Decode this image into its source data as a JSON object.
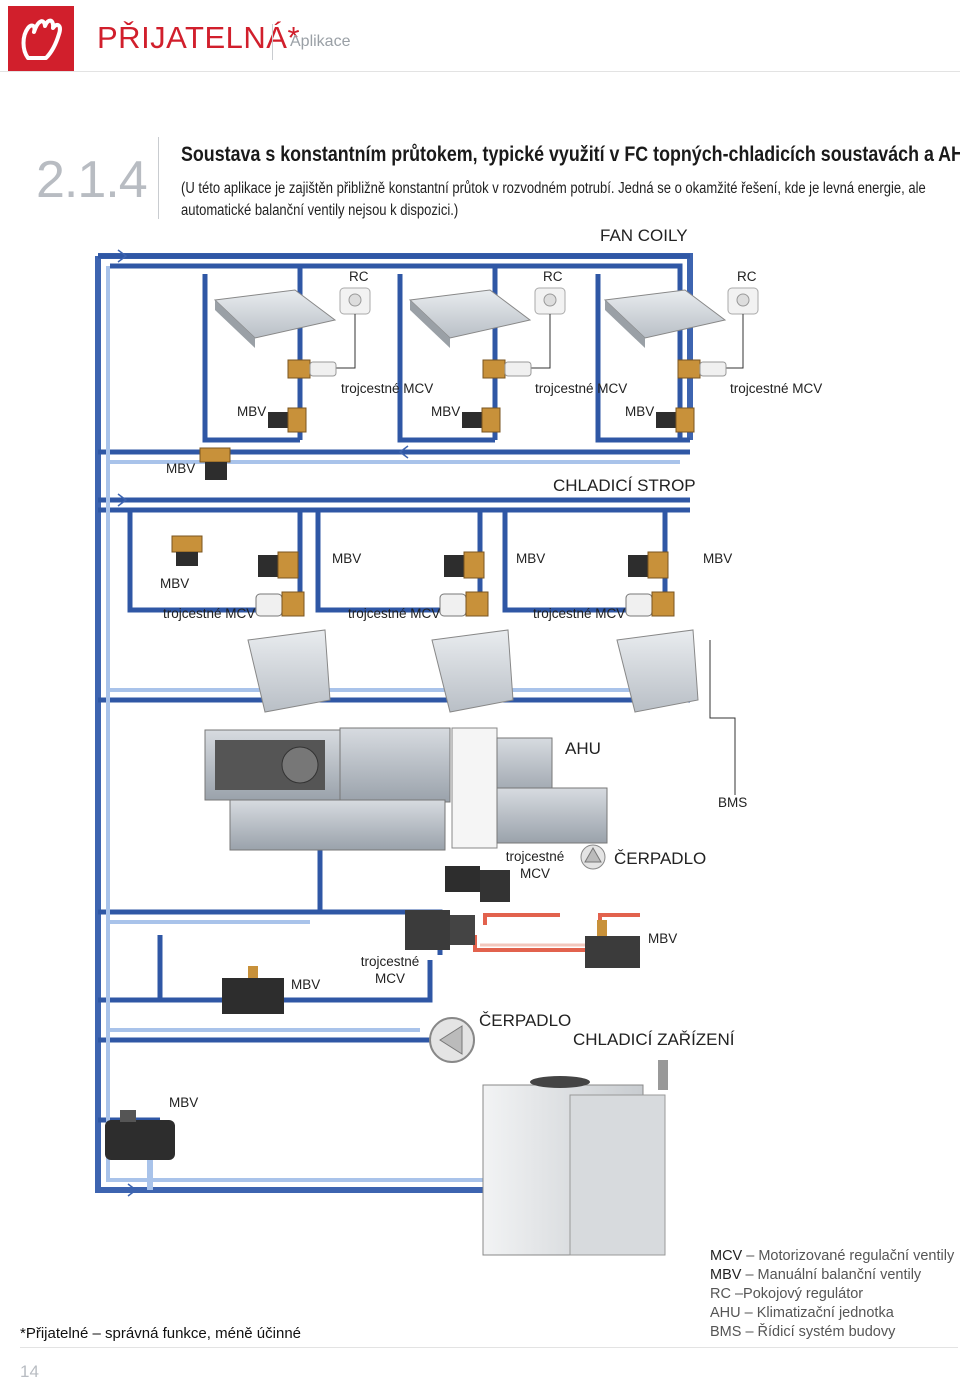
{
  "header": {
    "title": "PŘIJATELNÁ*",
    "subtitle": "Aplikace"
  },
  "section": {
    "number": "2.1.4",
    "title": "Soustava s konstantním průtokem, typické využití v FC topných-chladicích soustavách a AHU",
    "description": "(U této aplikace je zajištěn přibližně konstantní průtok v rozvodném potrubí. Jedná se o okamžité řešení, kde je levná energie, ale automatické balanční ventily nejsou k dispozici.)"
  },
  "diagram": {
    "fan_coil_title": "FAN COILY",
    "rc_labels": [
      "RC",
      "RC",
      "RC"
    ],
    "fc_mcv_labels": [
      "trojcestné MCV",
      "trojcestné MCV",
      "trojcestné MCV"
    ],
    "fc_mbv_labels": [
      "MBV",
      "MBV",
      "MBV"
    ],
    "branch_mbv": "MBV",
    "cooling_ceiling_title": "CHLADICÍ STROP",
    "cc_mbv_left": "MBV",
    "cc_mbv_labels": [
      "MBV",
      "MBV",
      "MBV"
    ],
    "cc_mcv_labels": [
      "trojcestné MCV",
      "trojcestné MCV",
      "trojcestné MCV"
    ],
    "ahu_title": "AHU",
    "bms": "BMS",
    "ahu_mcv_line1": "trojcestné",
    "ahu_mcv_line2": "MCV",
    "pump_upper": "ČERPADLO",
    "mbv_right": "MBV",
    "mcv_lower_line1": "trojcestné",
    "mcv_lower_line2": "MCV",
    "mbv_lower_left": "MBV",
    "pump_lower": "ČERPADLO",
    "chiller_title": "CHLADICÍ ZAŘÍZENÍ",
    "mbv_chiller": "MBV"
  },
  "colors": {
    "brand_red": "#d11f2c",
    "pipe_blue": "#3d64b0",
    "pipe_light_blue": "#a9c3ea",
    "pipe_red": "#e2624d"
  },
  "footnote": "*Přijatelné – správná funkce, méně účinné",
  "legend": [
    {
      "abbr": "MCV",
      "text": "– Motorizované regulační ventily"
    },
    {
      "abbr": "MBV",
      "text": "– Manuální balanční ventily"
    },
    {
      "abbr": "RC",
      "text": "–Pokojový regulátor"
    },
    {
      "abbr": "AHU",
      "text": "– Klimatizační jednotka"
    },
    {
      "abbr": "BMS",
      "text": "– Řídicí systém budovy"
    }
  ],
  "page_number": "14"
}
